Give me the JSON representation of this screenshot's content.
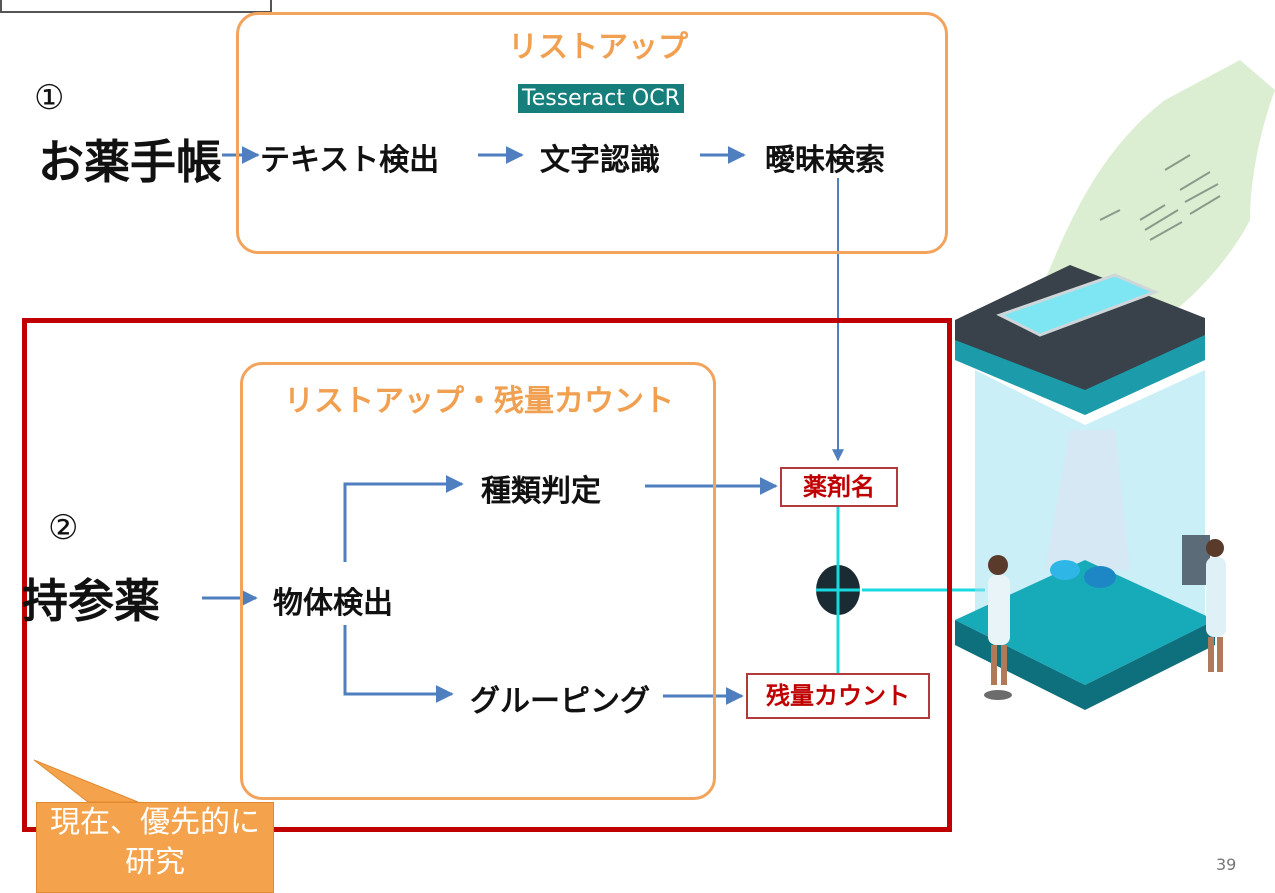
{
  "top_section": {
    "number": "①",
    "source_label": "お薬手帳",
    "box_title": "リストアップ",
    "ocr_badge": "Tesseract OCR",
    "steps": [
      "テキスト検出",
      "文字認識",
      "曖昧検索"
    ]
  },
  "bottom_section": {
    "number": "②",
    "source_label": "持参薬",
    "box_title": "リストアップ・残量カウント",
    "detect_step": "物体検出",
    "branch_upper": "種類判定",
    "branch_lower": "グルーピング"
  },
  "outputs": {
    "drug_name": "薬剤名",
    "remaining_count": "残量カウント"
  },
  "callout": {
    "line1": "現在、優先的に",
    "line2": "研究"
  },
  "page_number": "39",
  "colors": {
    "orange": "#f2a35c",
    "red_frame": "#c00000",
    "arrow_blue": "#4f7fbf",
    "cyan_line": "#18d8e0",
    "ocr_teal": "#167f7c"
  }
}
